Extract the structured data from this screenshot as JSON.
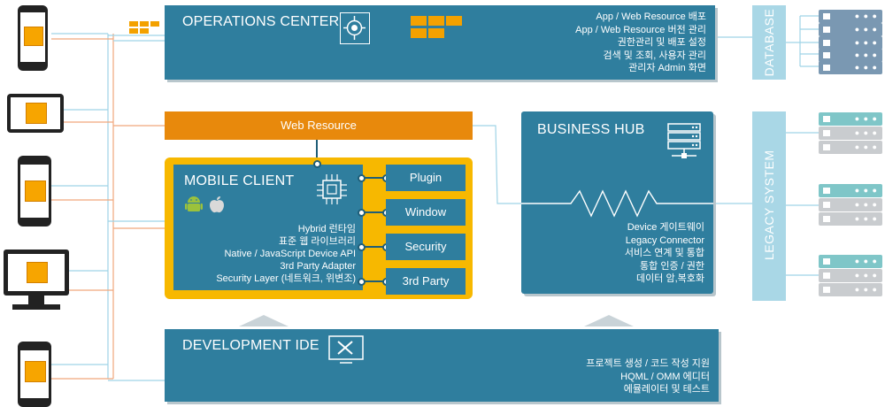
{
  "ops": {
    "title": "OPERATIONS CENTER",
    "lines": [
      "App / Web Resource 배포",
      "App / Web Resource 버전 관리",
      "권한관리 및 배포 설정",
      "검색 및 조회, 사용자 관리",
      "관리자  Admin 화면"
    ]
  },
  "database": {
    "label": "DATABASE"
  },
  "legacy": {
    "label": "LEGACY SYSTEM"
  },
  "web_resource": {
    "label": "Web Resource"
  },
  "mobile": {
    "title": "MOBILE CLIENT",
    "lines": [
      "Hybrid 런타임",
      "표준 웹 라이브러리",
      "Native / JavaScript Device API",
      "3rd Party Adapter",
      "Security Layer (네트워크, 위변조)"
    ],
    "modules": [
      "Plugin",
      "Window",
      "Security",
      "3rd Party"
    ]
  },
  "hub": {
    "title": "BUSINESS HUB",
    "lines": [
      "Device 게이트웨이",
      "Legacy Connector",
      "서비스 연계 및 통합",
      "통합 인증 / 권한",
      "데이터 암,복호화"
    ]
  },
  "ide": {
    "title": "DEVELOPMENT IDE",
    "lines": [
      "프로젝트 생성 / 코드 작성 지원",
      "HQML / OMM 에디터",
      "에뮬레이터 및 테스트"
    ]
  },
  "colors": {
    "box_blue": "#2f7e9e",
    "orange": "#e8890c",
    "yellow": "#f7b800",
    "side_blue": "#a9d7e6",
    "server_blue": "#7a98b2",
    "server_teal": "#7fc6c8"
  },
  "icons": [
    "target-icon",
    "server-icon",
    "chip-icon",
    "android-icon",
    "apple-icon",
    "pencil-ruler-icon",
    "smartphone-icon",
    "tablet-icon",
    "monitor-icon",
    "server-rack-icon"
  ]
}
